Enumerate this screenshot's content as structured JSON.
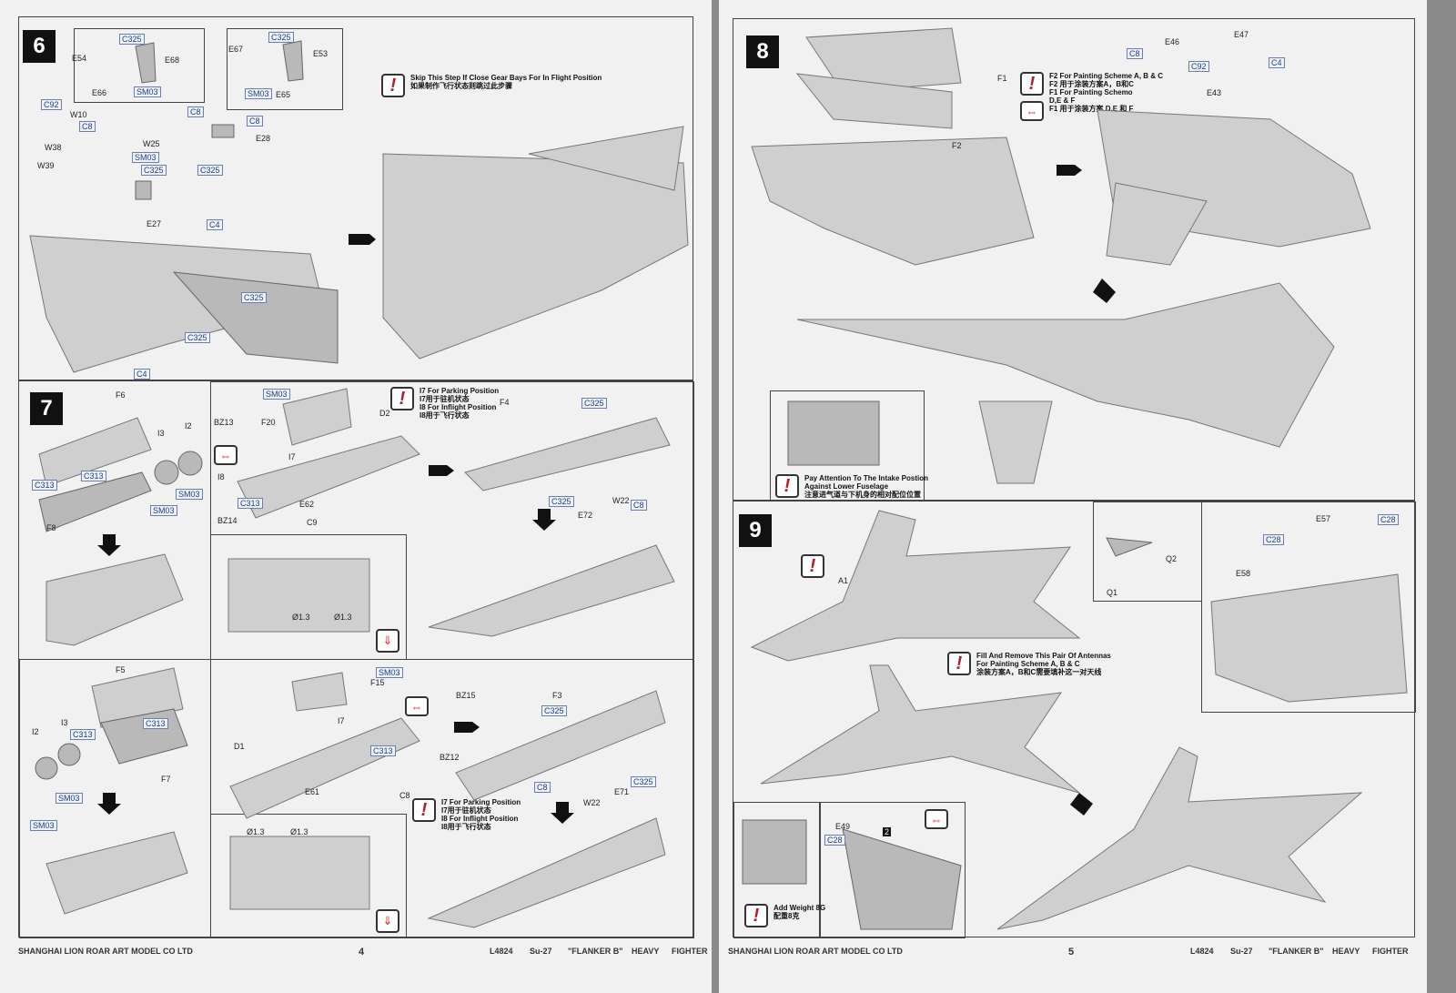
{
  "steps": {
    "s6": {
      "number": "6",
      "note": [
        "Skip This Step If Close Gear Bays For In Flight Position",
        "如果制作飞行状态则跳过此步骤"
      ],
      "parts": [
        "C325",
        "E54",
        "E68",
        "E66",
        "SM03",
        "E67",
        "C325",
        "E53",
        "SM03",
        "E65",
        "C92",
        "W10",
        "C8",
        "W38",
        "W39",
        "C8",
        "W25",
        "SM03",
        "C325",
        "E27",
        "C8",
        "E28",
        "C325",
        "C4",
        "C325",
        "C325",
        "C4"
      ]
    },
    "s7": {
      "number": "7",
      "note": [
        "I7 For Parking Position",
        "I7用于驻机状态",
        "I8 For Inflight Position",
        "I8用于飞行状态"
      ],
      "parts": [
        "F6",
        "I3",
        "I2",
        "C313",
        "C313",
        "SM03",
        "SM03",
        "F8",
        "SM03",
        "BZ13",
        "F20",
        "I7",
        "I8",
        "C313",
        "BZ14",
        "D2",
        "E62",
        "C9",
        "F4",
        "C325",
        "C325",
        "E72",
        "W22",
        "C8",
        "Ø1.3",
        "Ø1.3"
      ],
      "parts_lower": [
        "F5",
        "I2",
        "I3",
        "C313",
        "C313",
        "F7",
        "SM03",
        "SM03",
        "F15",
        "SM03",
        "I7",
        "C313",
        "BZ15",
        "BZ12",
        "D1",
        "E61",
        "C8",
        "F3",
        "C325",
        "C8",
        "W22",
        "E71",
        "C325",
        "Ø1.3",
        "Ø1.3"
      ],
      "note2": [
        "I7 For Parking Position",
        "I7用于驻机状态",
        "I8 For Inflight Position",
        "I8用于飞行状态"
      ]
    },
    "s8": {
      "number": "8",
      "note": [
        "F2 For Painting Scheme A, B & C",
        "F2 用于涂装方案A，B和C",
        "F1 For Painting Schemo",
        "D,E & F",
        "F1 用于涂装方案 D,E 和 F"
      ],
      "note2": [
        "Pay Attention To The Intake Postion",
        "Against Lower Fuselage",
        "注意进气道与下机身的相对配位位置"
      ],
      "parts": [
        "F1",
        "F2",
        "C8",
        "E46",
        "C92",
        "E43",
        "E47",
        "C4"
      ]
    },
    "s9": {
      "number": "9",
      "note": [
        "Fill And Remove This Pair Of Antennas",
        "For Painting Scheme A, B & C",
        "涂装方案A，B和C需要填补这一对天线"
      ],
      "note2": [
        "Add Weight 8G",
        "配重8克"
      ],
      "parts": [
        "A1",
        "Q2",
        "Q1",
        "E57",
        "C28",
        "C28",
        "E58",
        "E49",
        "C28",
        "2"
      ]
    }
  },
  "footer": {
    "left": {
      "company": "SHANGHAI LION ROAR ART MODEL CO LTD",
      "page": "4",
      "kit": "L4824",
      "model": "Su-27",
      "name": "\"FLANKER B\"",
      "type1": "HEAVY",
      "type2": "FIGHTER"
    },
    "right": {
      "company": "SHANGHAI LION ROAR ART MODEL CO LTD",
      "page": "5",
      "kit": "L4824",
      "model": "Su-27",
      "name": "\"FLANKER B\"",
      "type1": "HEAVY",
      "type2": "FIGHTER"
    }
  },
  "icons": [
    "warning-icon",
    "swap-arrows-icon",
    "drill-icon",
    "step-arrow-icon"
  ]
}
